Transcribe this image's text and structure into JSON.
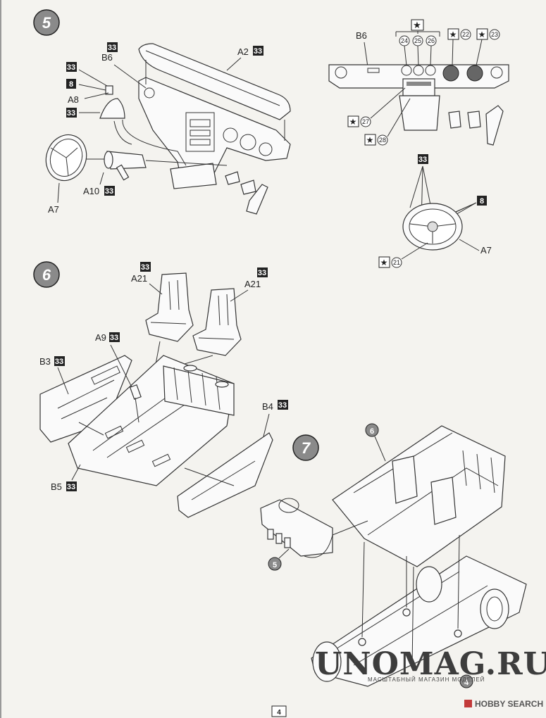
{
  "steps": {
    "s5": {
      "number": "5",
      "labels": {
        "a2": "A2",
        "b6": "B6",
        "a8": "A8",
        "a7": "A7",
        "a10": "A10",
        "b6_detail": "B6",
        "a7_detail": "A7"
      },
      "paint_codes": {
        "a2": "33",
        "b6": "33",
        "knob": "33",
        "a8_paint": "8",
        "boot": "33",
        "a10": "33",
        "wheel_detail": "33",
        "wheel_spokes": "8"
      },
      "decal_numbers": [
        "24",
        "25",
        "26",
        "22",
        "23",
        "27",
        "28",
        "21"
      ]
    },
    "s6": {
      "number": "6",
      "labels": {
        "a21_left": "A21",
        "a21_right": "A21",
        "a9": "A9",
        "b3": "B3",
        "b4": "B4",
        "b5": "B5"
      },
      "paint_codes": {
        "a21_left": "33",
        "a21_right": "33",
        "a9": "33",
        "b3": "33",
        "b4": "33",
        "b5": "33"
      }
    },
    "s7": {
      "number": "7",
      "refs": {
        "interior": "6",
        "dash": "5",
        "chassis": "4"
      }
    }
  },
  "watermark": {
    "title": "UNOMAG.RU",
    "subtitle": "МАСШТАБНЫЙ МАГАЗИН МОДЕЛЕЙ"
  },
  "source": {
    "brand": "HOBBY SEARCH"
  },
  "page_number": "4"
}
